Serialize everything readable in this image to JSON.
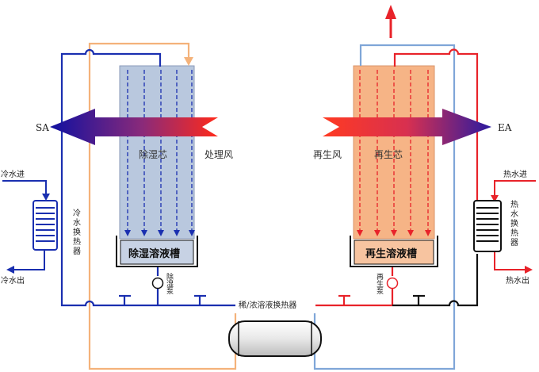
{
  "labels": {
    "sa": "SA",
    "ea": "EA",
    "dehumid_core": "除湿芯",
    "process_air": "处理风",
    "regen_air": "再生风",
    "regen_core": "再生芯",
    "cold_in": "冷水进",
    "cold_out": "冷水出",
    "cold_hx": "冷水换热器",
    "hot_in": "热水进",
    "hot_out": "热水出",
    "hot_hx": "热水换热器",
    "dehumid_tank": "除湿溶液槽",
    "regen_tank": "再生溶液槽",
    "dehumid_pump": "除湿泵",
    "regen_pump": "再生泵",
    "solution_hx": "稀/浓溶液换热器"
  },
  "colors": {
    "blue_pipe": "#1a2fb0",
    "red_pipe": "#e8232a",
    "orange_pipe": "#f4b27a",
    "lightblue_pipe": "#7fa6d8",
    "black_pipe": "#111111",
    "dehumid_core": "#b9c8de",
    "regen_core": "#f6b486"
  }
}
